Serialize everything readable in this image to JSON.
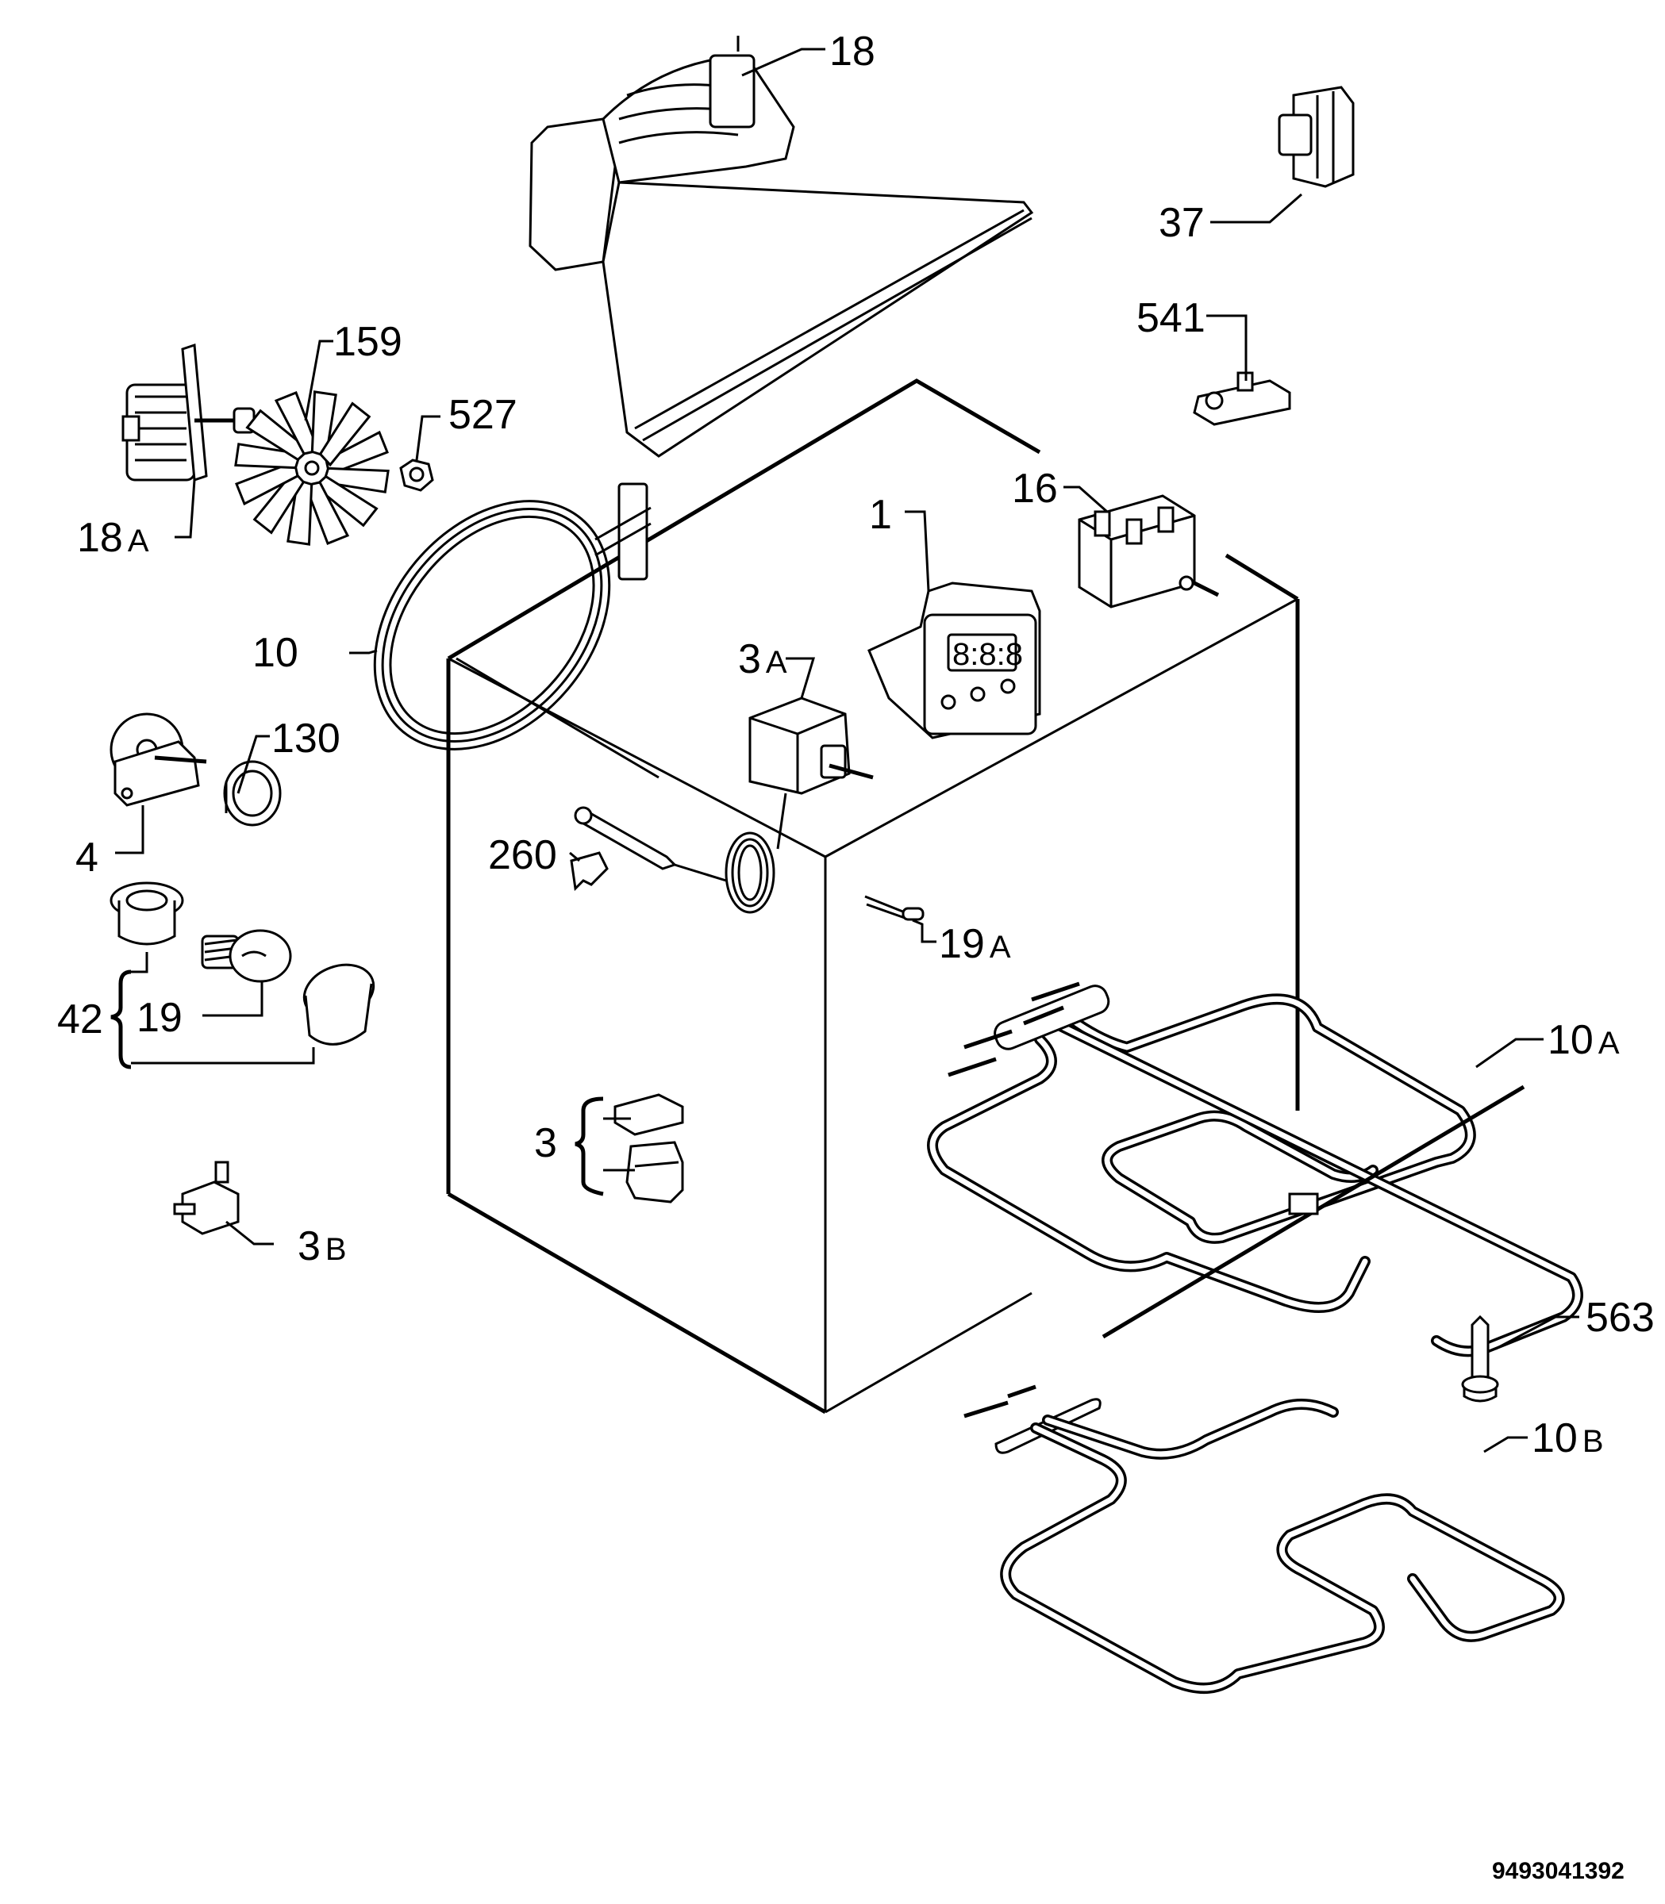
{
  "labels": {
    "l18": "18",
    "l37": "37",
    "l541": "541",
    "l159": "159",
    "l527": "527",
    "l18a": "18",
    "l18a_suffix": "A",
    "l16": "16",
    "l1": "1",
    "l10": "10",
    "l3a": "3",
    "l3a_suffix": "A",
    "l130": "130",
    "l4": "4",
    "l260": "260",
    "l19a": "19",
    "l19a_suffix": "A",
    "l42": "42",
    "l19": "19",
    "l10a": "10",
    "l10a_suffix": "A",
    "l3": "3",
    "l3b": "3",
    "l3b_suffix": "B",
    "l563": "563",
    "l10b": "10",
    "l10b_suffix": "B"
  },
  "drawing_code": "9493041392"
}
